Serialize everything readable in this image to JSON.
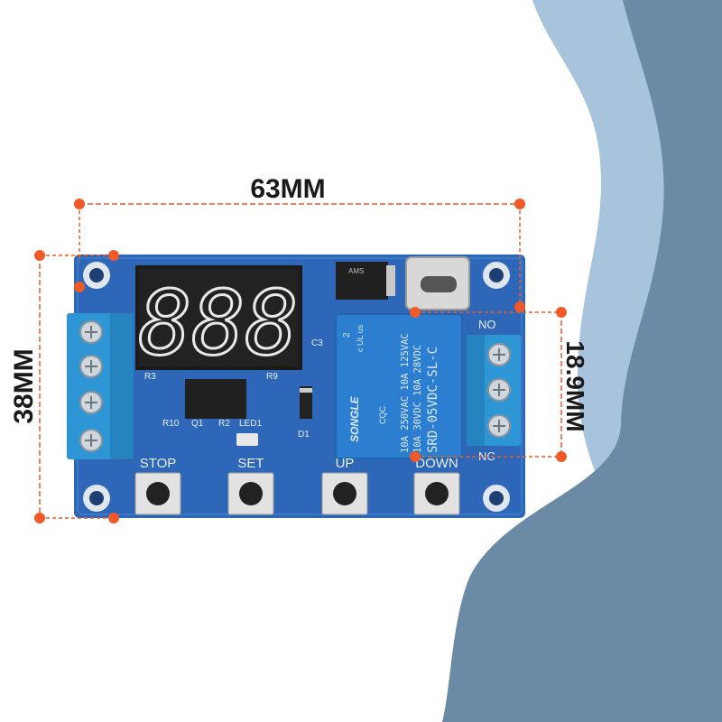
{
  "dimensions": {
    "width_label": "63MM",
    "height_label": "38MM",
    "relay_height_label": "18.9MM",
    "marker_color": "#f05a28"
  },
  "colors": {
    "pcb": "#2e67b8",
    "relay": "#2c7fd0",
    "terminal_block": "#2f96d6",
    "wave_light": "#a8c4dc",
    "wave_dark": "#6a8aa6"
  },
  "board": {
    "display_digits": "888",
    "display_label": "C3",
    "components": {
      "r3": "R3",
      "r9": "R9",
      "r10": "R10",
      "q1": "Q1",
      "r2": "R2",
      "led1": "LED1",
      "d1": "D1",
      "reg": "AMS"
    },
    "relay": {
      "brand": "SONGLE",
      "line1": "10A 250VAC 10A 125VAC",
      "line2": "10A 30VDC 10A 28VDC",
      "model": "SRD-05VDC-SL-C",
      "cert": "CQC",
      "ul": "c UL us",
      "num": "2"
    },
    "terminals": {
      "no": "NO",
      "nc": "NC"
    },
    "buttons": [
      {
        "label": "STOP"
      },
      {
        "label": "SET"
      },
      {
        "label": "UP"
      },
      {
        "label": "DOWN"
      }
    ]
  }
}
